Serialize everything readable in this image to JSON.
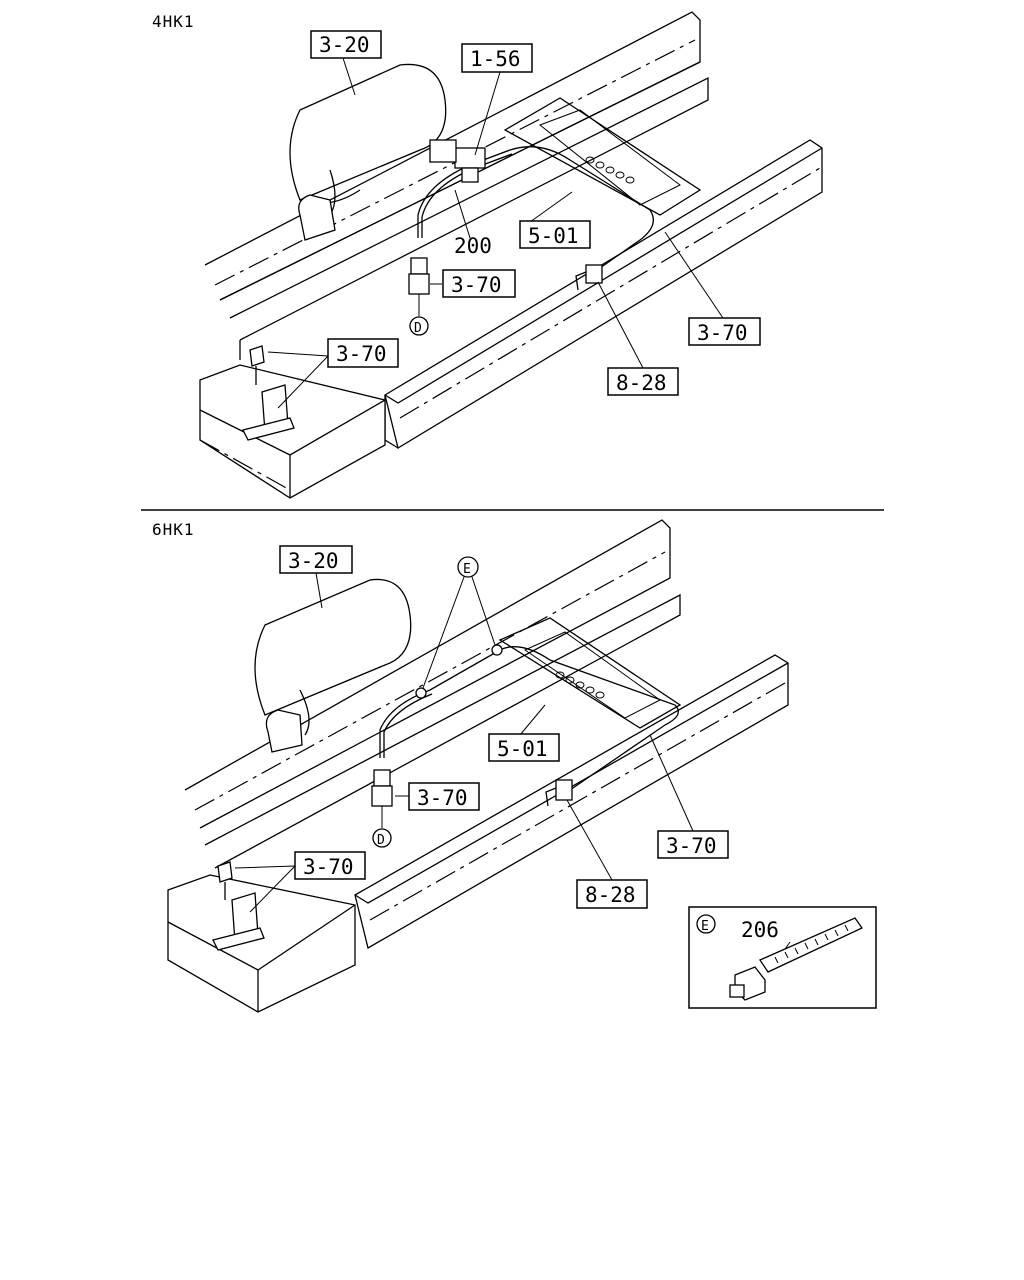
{
  "sections": [
    {
      "title": "4HK1",
      "labels": {
        "hose_assembly": "3-20",
        "valve": "1-56",
        "pipe_no": "200",
        "pipe": "5-01",
        "connector_mid": "3-70",
        "connector_right": "3-70",
        "bolt_bracket": "3-70",
        "clip": "8-28"
      },
      "callout": "D"
    },
    {
      "title": "6HK1",
      "labels": {
        "hose_assembly": "3-20",
        "pipe": "5-01",
        "connector_mid": "3-70",
        "connector_right": "3-70",
        "bolt_bracket": "3-70",
        "clip": "8-28"
      },
      "callout_d": "D",
      "callout_e": "E"
    }
  ],
  "detail_e": {
    "callout": "E",
    "part_no": "206"
  }
}
